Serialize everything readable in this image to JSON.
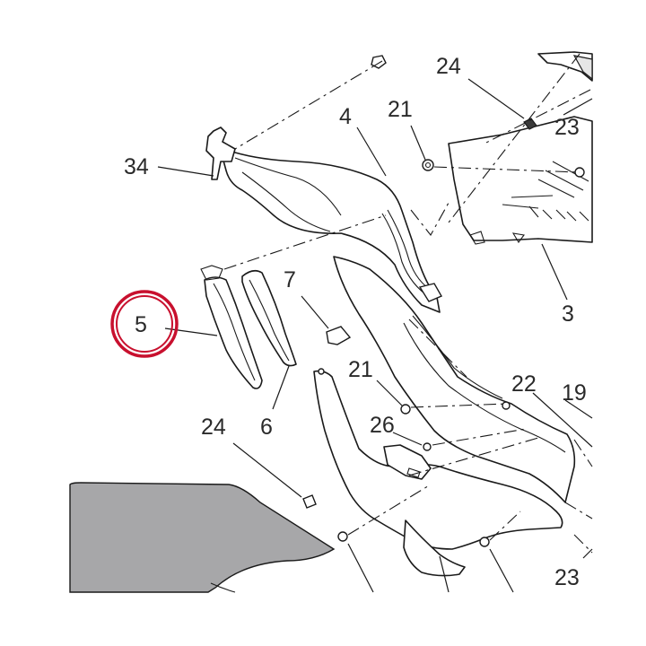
{
  "diagram": {
    "highlight_color": "#c8102e",
    "highlighted_part": "5",
    "callouts": [
      "34",
      "4",
      "21",
      "24",
      "23",
      "3",
      "7",
      "5",
      "6",
      "21",
      "22",
      "19",
      "26",
      "24",
      "23"
    ]
  }
}
